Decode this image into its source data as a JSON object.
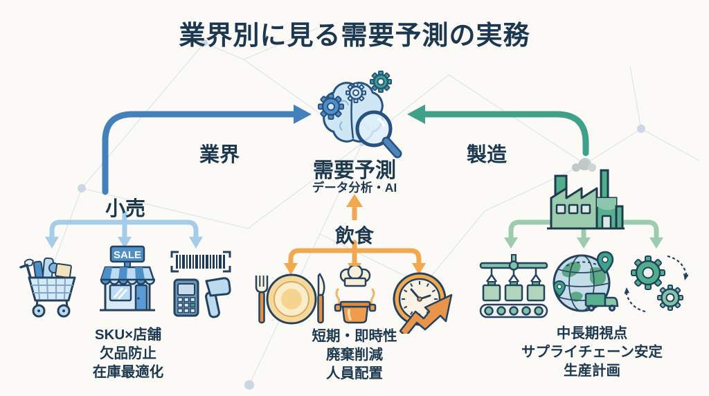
{
  "title": "業界別に見る需要予測の実務",
  "center": {
    "label": "需要予測",
    "sublabel": "データ分析・AI",
    "icon": "brain-ai-icon"
  },
  "flows": {
    "retail_to_center_label": "業界",
    "factory_to_center_label": "製造"
  },
  "sections": {
    "retail": {
      "label": "小売",
      "sale_sign": "SALE",
      "icons": [
        "shopping-cart-icon",
        "storefront-icon",
        "barcode-scanner-icon"
      ],
      "points": [
        "SKU×店舗",
        "欠品防止",
        "在庫最適化"
      ]
    },
    "food": {
      "label": "飲食",
      "icons": [
        "plate-utensils-icon",
        "cooking-pot-icon",
        "clock-growth-icon"
      ],
      "points": [
        "短期・即時性",
        "廃棄削減",
        "人員配置"
      ]
    },
    "manufacturing": {
      "icons": [
        "factory-icon",
        "conveyor-belt-icon",
        "globe-logistics-icon",
        "gears-cycle-icon"
      ],
      "points": [
        "中長期視点",
        "サプライチェーン安定",
        "生産計画"
      ]
    }
  },
  "colors": {
    "navy": "#1C3850",
    "blue": "#4381BC",
    "light_blue": "#A5CCE8",
    "pale_blue": "#CFE6F5",
    "orange": "#F2A84F",
    "deep_orange": "#E8944A",
    "green": "#3EA188",
    "light_green": "#9CCBAE",
    "background": "#FBFAF6"
  }
}
